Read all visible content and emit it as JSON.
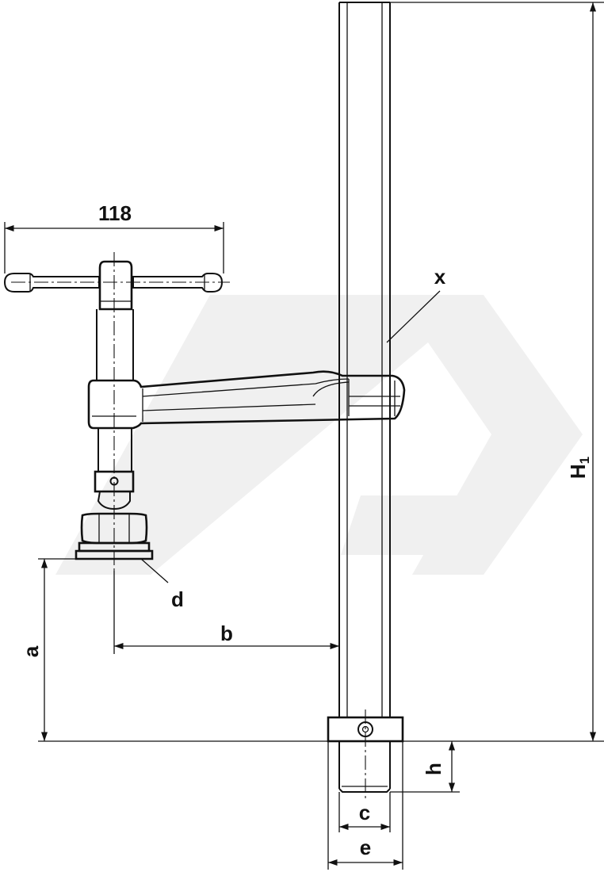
{
  "dimensions": {
    "width_118": "118",
    "label_x": "x",
    "label_H": "H",
    "label_H_sub": "1",
    "label_d": "d",
    "label_b": "b",
    "label_a": "a",
    "label_h": "h",
    "label_c": "c",
    "label_e": "e"
  },
  "colors": {
    "ink": "#111111",
    "watermark": "#f0f0f0",
    "background": "#ffffff"
  }
}
